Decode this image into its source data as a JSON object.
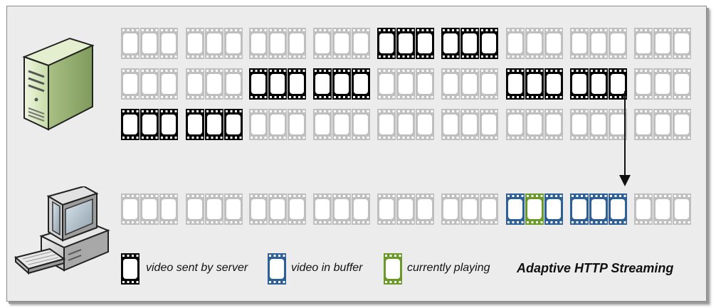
{
  "colors": {
    "gray": "#bfbfbf",
    "black": "#000000",
    "blue": "#2e5f96",
    "green": "#6a9a2a",
    "hole": "#ffffff",
    "background": "#ececec"
  },
  "server_rows": [
    [
      "gray",
      "gray",
      "gray",
      "gray",
      "black",
      "black",
      "gray",
      "gray",
      "gray"
    ],
    [
      "gray",
      "gray",
      "black",
      "black",
      "gray",
      "gray",
      "black",
      "black",
      "gray"
    ],
    [
      "black",
      "black",
      "gray",
      "gray",
      "gray",
      "gray",
      "gray",
      "gray",
      "gray"
    ]
  ],
  "client_row": [
    [
      "gray",
      "gray",
      "gray"
    ],
    [
      "gray",
      "gray",
      "gray"
    ],
    [
      "gray",
      "gray",
      "gray"
    ],
    [
      "gray",
      "gray",
      "gray"
    ],
    [
      "gray",
      "gray",
      "gray"
    ],
    [
      "gray",
      "gray",
      "gray"
    ],
    [
      "blue",
      "green",
      "blue"
    ],
    [
      "blue",
      "blue",
      "blue"
    ],
    [
      "gray",
      "gray",
      "gray"
    ]
  ],
  "legend": [
    {
      "icon": "black",
      "label": "video sent by server"
    },
    {
      "icon": "blue",
      "label": "video in buffer"
    },
    {
      "icon": "green",
      "label": "currently playing"
    }
  ],
  "title": "Adaptive HTTP Streaming",
  "icons": [
    "server-tower-icon",
    "desktop-computer-icon",
    "down-arrow-icon"
  ]
}
